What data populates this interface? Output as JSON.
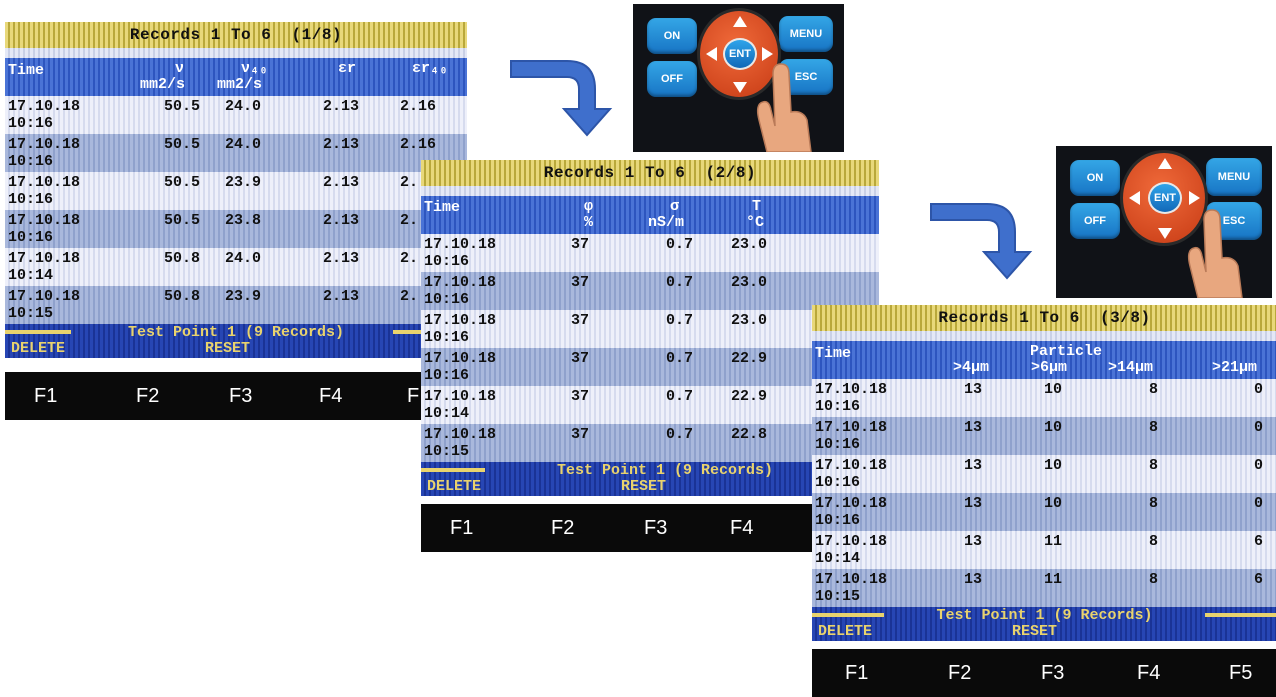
{
  "screen1": {
    "title": "Records 1 To 6  (1/8)",
    "headers": {
      "time": "Time",
      "c1_top": "ν",
      "c1_unit": "mm2/s",
      "c2_top": "ν₄₀",
      "c2_unit": "mm2/s",
      "c3_top": "εr",
      "c4_top": "εr₄₀"
    },
    "rows": [
      {
        "date": "17.10.18",
        "time": "10:16",
        "v": "50.5",
        "v40": "24.0",
        "er": "2.13",
        "er40": "2.16"
      },
      {
        "date": "17.10.18",
        "time": "10:16",
        "v": "50.5",
        "v40": "24.0",
        "er": "2.13",
        "er40": "2.16"
      },
      {
        "date": "17.10.18",
        "time": "10:16",
        "v": "50.5",
        "v40": "23.9",
        "er": "2.13",
        "er40": "2."
      },
      {
        "date": "17.10.18",
        "time": "10:16",
        "v": "50.5",
        "v40": "23.8",
        "er": "2.13",
        "er40": "2."
      },
      {
        "date": "17.10.18",
        "time": "10:14",
        "v": "50.8",
        "v40": "24.0",
        "er": "2.13",
        "er40": "2."
      },
      {
        "date": "17.10.18",
        "time": "10:15",
        "v": "50.8",
        "v40": "23.9",
        "er": "2.13",
        "er40": "2."
      }
    ],
    "test_point": "Test Point 1 (9 Records)",
    "delete_label": "DELETE",
    "reset_label": "RESET",
    "fkeys": [
      "F1",
      "F2",
      "F3",
      "F4",
      "F"
    ]
  },
  "screen2": {
    "title": "Records 1 To 6  (2/8)",
    "headers": {
      "time": "Time",
      "c1_top": "φ",
      "c1_unit": "%",
      "c2_top": "σ",
      "c2_unit": "nS/m",
      "c3_top": "T",
      "c3_unit": "°C"
    },
    "rows": [
      {
        "date": "17.10.18",
        "time": "10:16",
        "phi": "37",
        "sigma": "0.7",
        "t": "23.0"
      },
      {
        "date": "17.10.18",
        "time": "10:16",
        "phi": "37",
        "sigma": "0.7",
        "t": "23.0"
      },
      {
        "date": "17.10.18",
        "time": "10:16",
        "phi": "37",
        "sigma": "0.7",
        "t": "23.0"
      },
      {
        "date": "17.10.18",
        "time": "10:16",
        "phi": "37",
        "sigma": "0.7",
        "t": "22.9"
      },
      {
        "date": "17.10.18",
        "time": "10:14",
        "phi": "37",
        "sigma": "0.7",
        "t": "22.9"
      },
      {
        "date": "17.10.18",
        "time": "10:15",
        "phi": "37",
        "sigma": "0.7",
        "t": "22.8"
      }
    ],
    "test_point": "Test Point 1 (9 Records)",
    "delete_label": "DELETE",
    "reset_label": "RESET",
    "fkeys": [
      "F1",
      "F2",
      "F3",
      "F4"
    ]
  },
  "screen3": {
    "title": "Records 1 To 6  (3/8)",
    "headers": {
      "time": "Time",
      "group": "Particle",
      "c1": ">4μm",
      "c2": ">6μm",
      "c3": ">14μm",
      "c4": ">21μm"
    },
    "rows": [
      {
        "date": "17.10.18",
        "time": "10:16",
        "p4": "13",
        "p6": "10",
        "p14": "8",
        "p21": "0"
      },
      {
        "date": "17.10.18",
        "time": "10:16",
        "p4": "13",
        "p6": "10",
        "p14": "8",
        "p21": "0"
      },
      {
        "date": "17.10.18",
        "time": "10:16",
        "p4": "13",
        "p6": "10",
        "p14": "8",
        "p21": "0"
      },
      {
        "date": "17.10.18",
        "time": "10:16",
        "p4": "13",
        "p6": "10",
        "p14": "8",
        "p21": "0"
      },
      {
        "date": "17.10.18",
        "time": "10:14",
        "p4": "13",
        "p6": "11",
        "p14": "8",
        "p21": "6"
      },
      {
        "date": "17.10.18",
        "time": "10:15",
        "p4": "13",
        "p6": "11",
        "p14": "8",
        "p21": "6"
      }
    ],
    "test_point": "Test Point 1 (9 Records)",
    "delete_label": "DELETE",
    "reset_label": "RESET",
    "fkeys": [
      "F1",
      "F2",
      "F3",
      "F4",
      "F5"
    ]
  },
  "keypad1": {
    "on": "ON",
    "off": "OFF",
    "menu": "MENU",
    "esc": "ESC",
    "ent": "ENT"
  },
  "keypad2": {
    "on": "ON",
    "off": "OFF",
    "menu": "MENU",
    "esc": "ESC",
    "ent": "ENT"
  },
  "colors": {
    "accent": "#3a64c8",
    "title_bar": "#d9c85c",
    "footer_text": "#e9d36d"
  }
}
